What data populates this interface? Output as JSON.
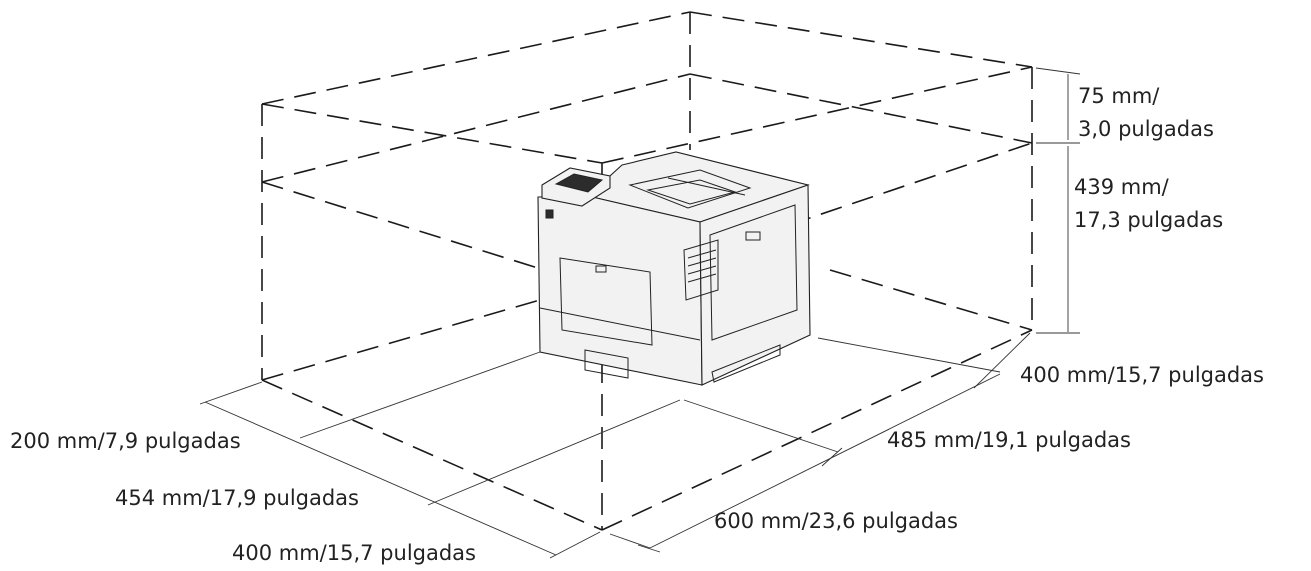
{
  "diagram": {
    "labels": {
      "top_clearance_a": "75 mm/",
      "top_clearance_b": "3,0 pulgadas",
      "height_a": "439 mm/",
      "height_b": "17,3 pulgadas",
      "right_clearance": "400 mm/15,7 pulgadas",
      "printer_depth": "485 mm/19,1 pulgadas",
      "total_depth": "600 mm/23,6 pulgadas",
      "rear_clearance": "200 mm/7,9 pulgadas",
      "printer_width": "454 mm/17,9 pulgadas",
      "left_clearance": "400 mm/15,7 pulgadas"
    }
  }
}
